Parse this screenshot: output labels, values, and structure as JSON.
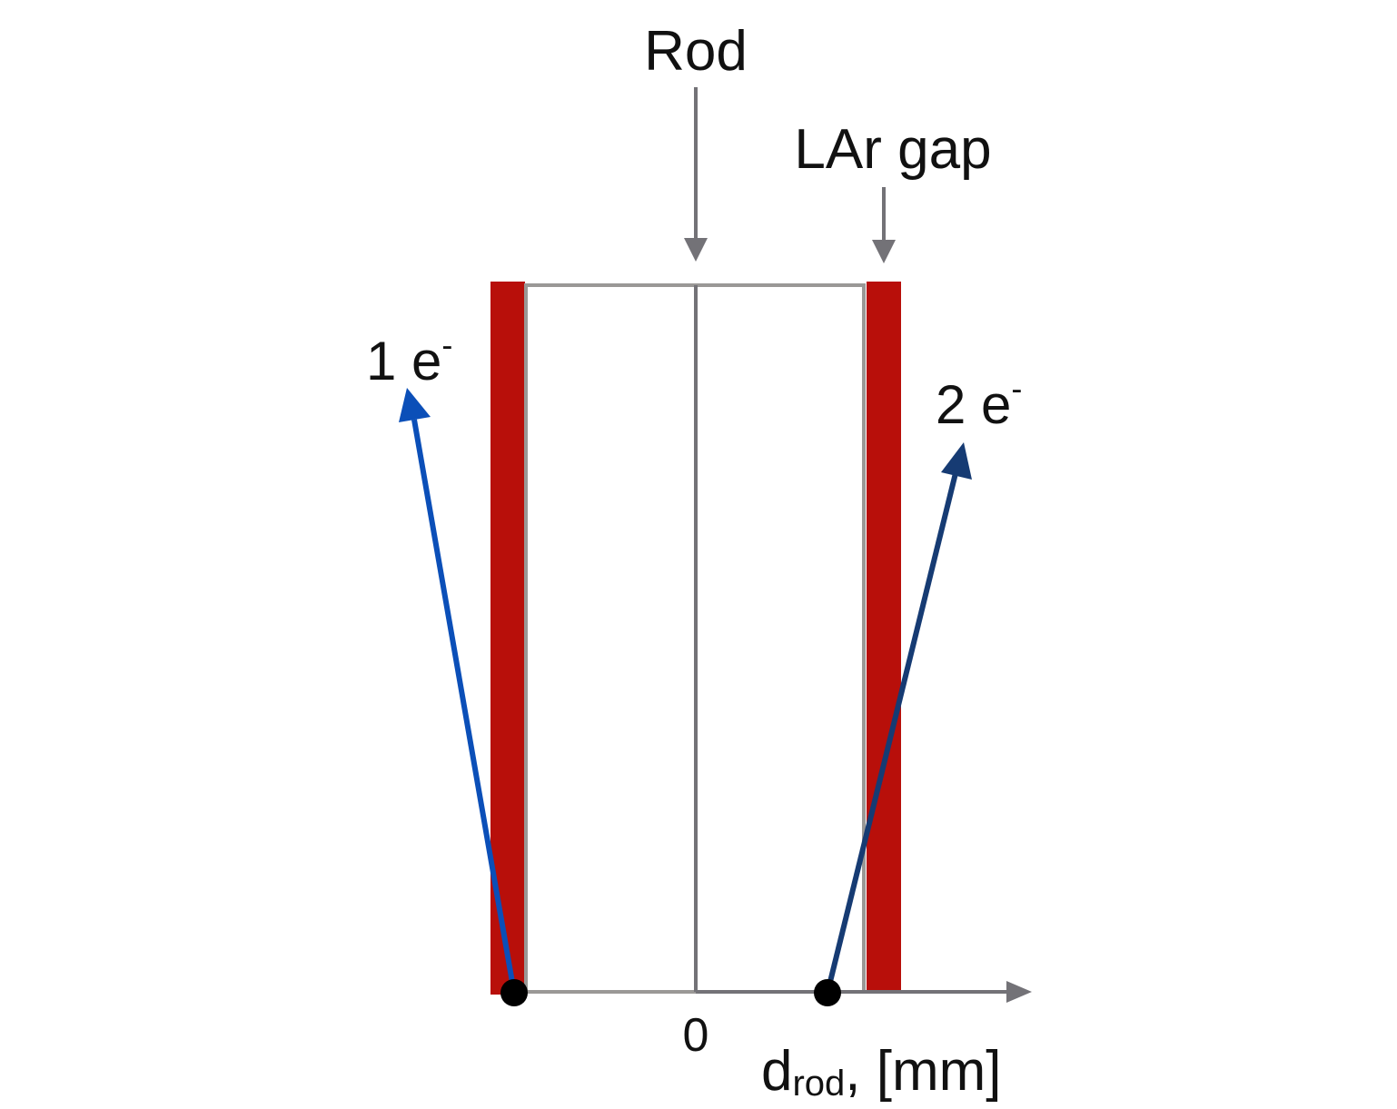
{
  "labels": {
    "rod": "Rod",
    "lar_gap": "LAr gap",
    "electron_1_count": "1 e",
    "electron_1_charge": "-",
    "electron_2_count": "2 e",
    "electron_2_charge": "-",
    "origin_tick": "0",
    "axis_main": "d",
    "axis_sub": "rod",
    "axis_unit": ", [mm]"
  },
  "colors": {
    "lar_gap_fill": "#b80f0a",
    "rod_outline": "#9a9896",
    "rod_centerline": "#737277",
    "pointer_arrow": "#737277",
    "axis": "#737277",
    "electron_1_track": "#0b4fb8",
    "electron_2_track": "#163b73",
    "vertex_dot": "#000000"
  }
}
